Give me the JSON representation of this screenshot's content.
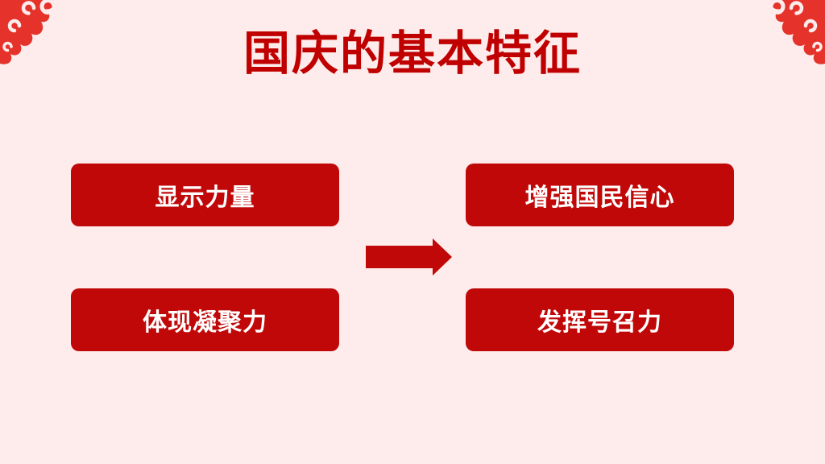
{
  "slide": {
    "title": "国庆的基本特征",
    "boxes": [
      {
        "id": "display-strength",
        "label": "显示力量"
      },
      {
        "id": "boost-confidence",
        "label": "增强国民信心"
      },
      {
        "id": "show-cohesion",
        "label": "体现凝聚力"
      },
      {
        "id": "rallying-power",
        "label": "发挥号召力"
      }
    ],
    "icons": {
      "arrow": "right-arrow",
      "corner_ornament": "chinese-cloud-ornament"
    },
    "colors": {
      "background": "#FDECEB",
      "title_text": "#C00000",
      "box_fill": "#C10808",
      "box_text": "#FFFFFF",
      "arrow_fill": "#C10808",
      "ornament": "#E5332B"
    }
  }
}
